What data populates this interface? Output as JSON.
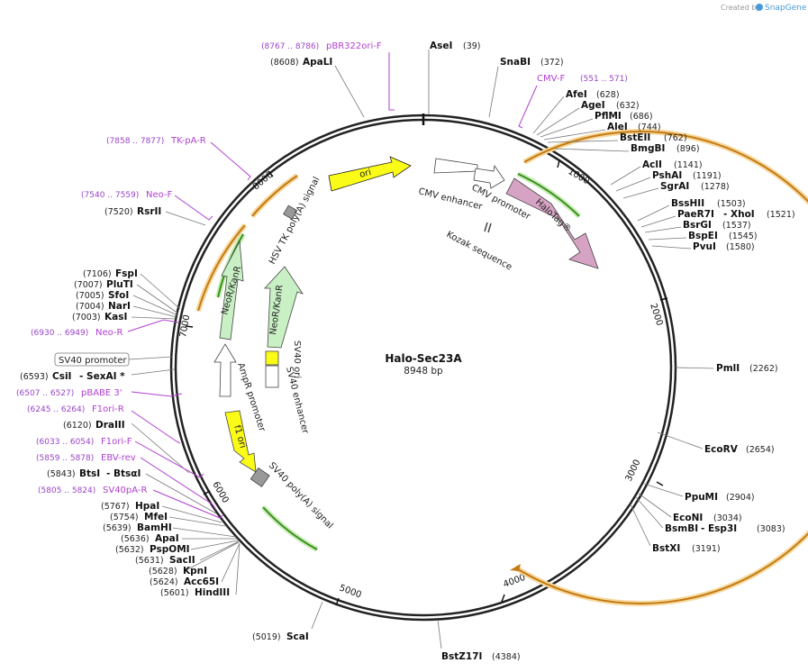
{
  "header": {
    "created_by": "Created by",
    "brand": "SnapGene"
  },
  "plasmid": {
    "name": "Halo-Sec23A",
    "length": "8948 bp"
  },
  "scale": [
    "1000",
    "2000",
    "3000",
    "4000",
    "5000",
    "6000",
    "7000",
    "8000"
  ],
  "features": {
    "ori": "ori",
    "cmv_enhancer": "CMV enhancer",
    "cmv_promoter": "CMV promoter",
    "kozak": "Kozak sequence",
    "halotag": "HaloTag®",
    "hsv_tk_polya": "HSV TK poly(A) signal",
    "neor_outer": "NeoR/KanR",
    "neor_inner": "NeoR/KanR",
    "sv40_ori": "SV40 ori",
    "sv40_enhancer": "SV40 enhancer",
    "ampr_promoter": "AmpR promoter",
    "f1_ori": "f1 ori",
    "sv40_polya": "SV40 poly(A) signal",
    "sv40_promoter": "SV40 promoter"
  },
  "primers": {
    "pbr322ori_f": {
      "name": "pBR322ori-F",
      "range": "(8767 .. 8786)"
    },
    "cmv_f": {
      "name": "CMV-F",
      "range": "(551 .. 571)"
    },
    "tk_pa_r": {
      "name": "TK-pA-R",
      "range": "(7858 .. 7877)"
    },
    "neo_f": {
      "name": "Neo-F",
      "range": "(7540 .. 7559)"
    },
    "neo_r": {
      "name": "Neo-R",
      "range": "(6930 .. 6949)"
    },
    "pbabe3": {
      "name": "pBABE 3'",
      "range": "(6507 .. 6527)"
    },
    "f1ori_r": {
      "name": "F1ori-R",
      "range": "(6245 .. 6264)"
    },
    "f1ori_f": {
      "name": "F1ori-F",
      "range": "(6033 .. 6054)"
    },
    "ebv_rev": {
      "name": "EBV-rev",
      "range": "(5859 .. 5878)"
    },
    "sv40pa_r": {
      "name": "SV40pA-R",
      "range": "(5805 .. 5824)"
    }
  },
  "sites": {
    "asei": {
      "name": "AseI",
      "pos": "(39)"
    },
    "snabi": {
      "name": "SnaBI",
      "pos": "(372)"
    },
    "afei": {
      "name": "AfeI",
      "pos": "(628)"
    },
    "agei": {
      "name": "AgeI",
      "pos": "(632)"
    },
    "pflmi": {
      "name": "PflMI",
      "pos": "(686)"
    },
    "alei": {
      "name": "AleI",
      "pos": "(744)"
    },
    "bsteii": {
      "name": "BstEII",
      "pos": "(762)"
    },
    "bmgbi": {
      "name": "BmgBI",
      "pos": "(896)"
    },
    "acli": {
      "name": "AclI",
      "pos": "(1141)"
    },
    "pshai": {
      "name": "PshAI",
      "pos": "(1191)"
    },
    "sgrai": {
      "name": "SgrAI",
      "pos": "(1278)"
    },
    "bsshii": {
      "name": "BssHII",
      "pos": "(1503)"
    },
    "paer7i": {
      "name": "PaeR7I"
    },
    "xhoi": {
      "name": "- XhoI",
      "pos": "(1521)"
    },
    "bsrgi": {
      "name": "BsrGI",
      "pos": "(1537)"
    },
    "bspei": {
      "name": "BspEI",
      "pos": "(1545)"
    },
    "pvui": {
      "name": "PvuI",
      "pos": "(1580)"
    },
    "pmli": {
      "name": "PmlI",
      "pos": "(2262)"
    },
    "ecorv": {
      "name": "EcoRV",
      "pos": "(2654)"
    },
    "ppumi": {
      "name": "PpuMI",
      "pos": "(2904)"
    },
    "econi": {
      "name": "EcoNI",
      "pos": "(3034)"
    },
    "bsmbi": {
      "name": "BsmBI"
    },
    "esp3i": {
      "name": "- Esp3I",
      "pos": "(3083)"
    },
    "bstxi": {
      "name": "BstXI",
      "pos": "(3191)"
    },
    "bstz17i": {
      "name": "BstZ17I",
      "pos": "(4384)"
    },
    "scai": {
      "name": "ScaI",
      "pos": "(5019)"
    },
    "apali": {
      "name": "ApaLI",
      "pos": "(8608)"
    },
    "rsrii": {
      "name": "RsrII",
      "pos": "(7520)"
    },
    "fspi": {
      "name": "FspI",
      "pos": "(7106)"
    },
    "pluti": {
      "name": "PluTI",
      "pos": "(7007)"
    },
    "sfoi": {
      "name": "SfoI",
      "pos": "(7005)"
    },
    "nari": {
      "name": "NarI",
      "pos": "(7004)"
    },
    "kasi": {
      "name": "KasI",
      "pos": "(7003)"
    },
    "csii": {
      "name": "CsiI",
      "pos": "(6593)"
    },
    "sexai": {
      "name": "- SexAI *"
    },
    "draiii": {
      "name": "DraIII",
      "pos": "(6120)"
    },
    "btsi": {
      "name": "BtsI",
      "pos": "(5843)"
    },
    "btsai": {
      "name": "- BtsαI"
    },
    "hpai": {
      "name": "HpaI",
      "pos": "(5767)"
    },
    "mfei": {
      "name": "MfeI",
      "pos": "(5754)"
    },
    "bamhi": {
      "name": "BamHI",
      "pos": "(5639)"
    },
    "apai": {
      "name": "ApaI",
      "pos": "(5636)"
    },
    "pspomi": {
      "name": "PspOMI",
      "pos": "(5632)"
    },
    "saci": {
      "name": "SacII",
      "pos": "(5631)"
    },
    "kpni": {
      "name": "KpnI",
      "pos": "(5628)"
    },
    "acc65i": {
      "name": "Acc65I",
      "pos": "(5624)"
    },
    "hindiii": {
      "name": "HindIII",
      "pos": "(5601)"
    }
  }
}
